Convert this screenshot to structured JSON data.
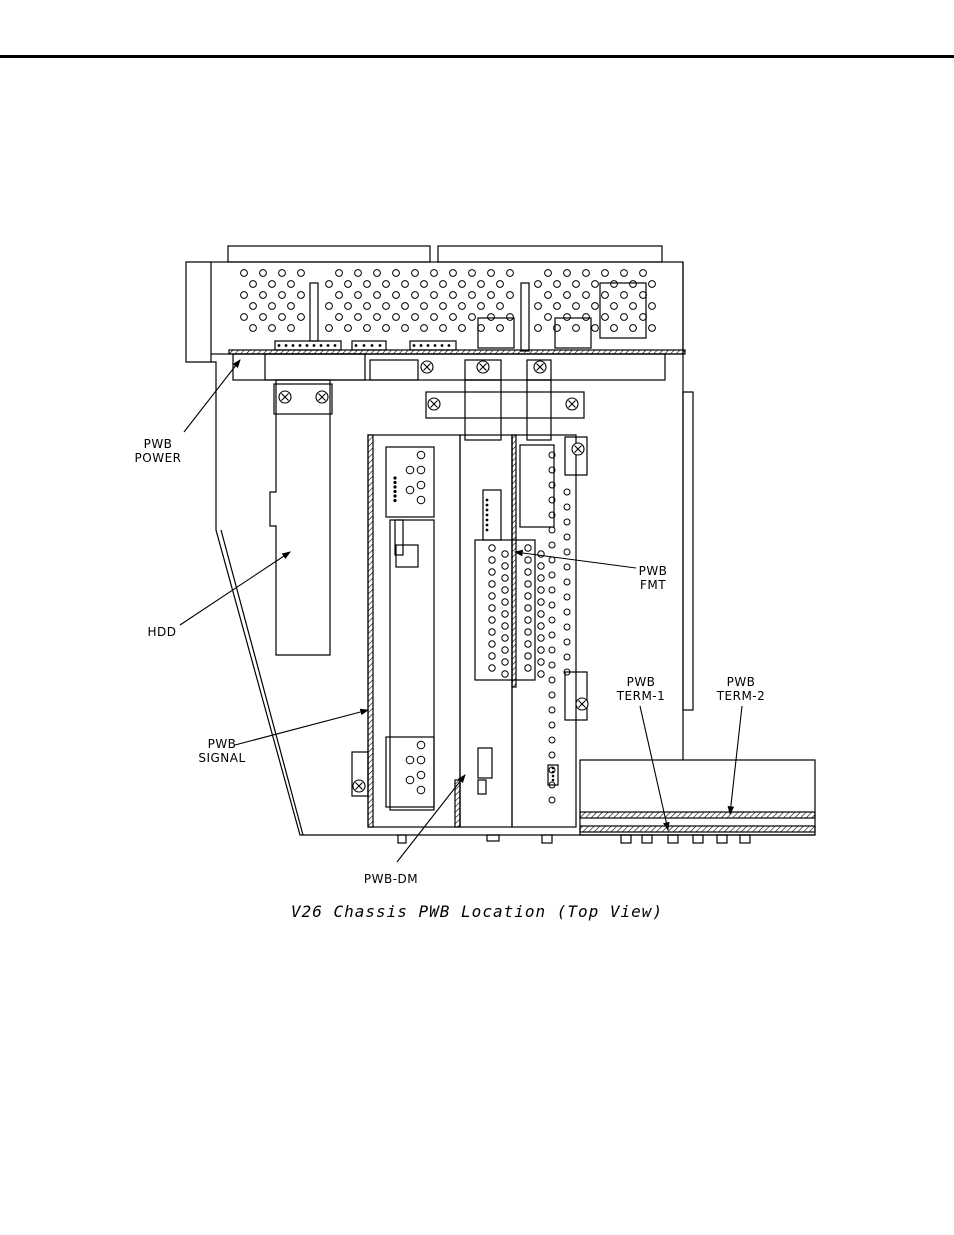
{
  "labels": {
    "pwb_power": [
      "PWB",
      "POWER"
    ],
    "hdd": "HDD",
    "pwb_signal": [
      "PWB",
      "SIGNAL"
    ],
    "pwb_dm": "PWB-DM",
    "pwb_fmt": [
      "PWB",
      "FMT"
    ],
    "pwb_term1": [
      "PWB",
      "TERM-1"
    ],
    "pwb_term2": [
      "PWB",
      "TERM-2"
    ]
  },
  "caption": "V26 Chassis PWB Location (Top View)"
}
